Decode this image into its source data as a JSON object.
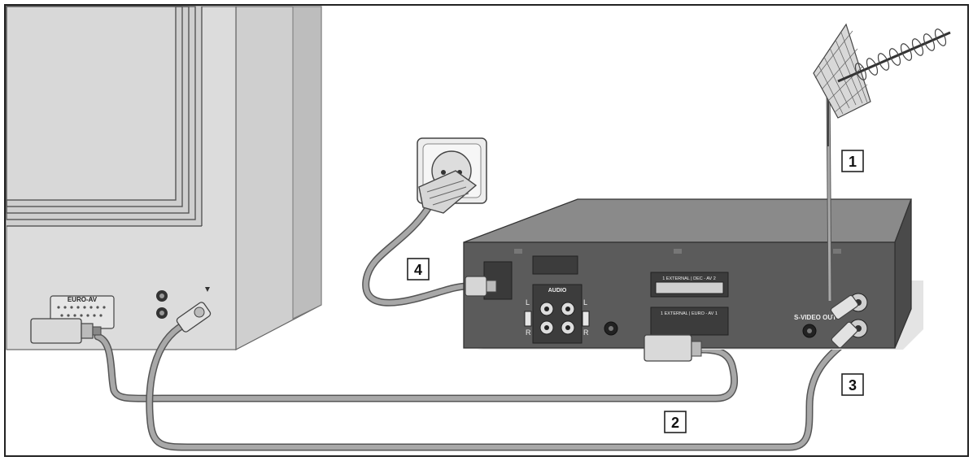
{
  "callouts": {
    "antenna": "1",
    "scart": "2",
    "rf": "3",
    "power": "4"
  },
  "tv": {
    "euro_av_label": "EURO-AV"
  },
  "vcr": {
    "scart_top_label": "1 EXTERNAL | DEC - AV 2",
    "scart_bottom_label": "1 EXTERNAL | EURO - AV 1",
    "audio_label": "AUDIO",
    "audio_left": "L",
    "audio_right": "R",
    "audio_left2": "L",
    "audio_right2": "R",
    "svideo_label": "S-VIDEO OUT"
  },
  "colors": {
    "cable": "#9a9a9a",
    "vcr_body": "#5b5b5b",
    "tv_body": "#d2d2d2"
  }
}
